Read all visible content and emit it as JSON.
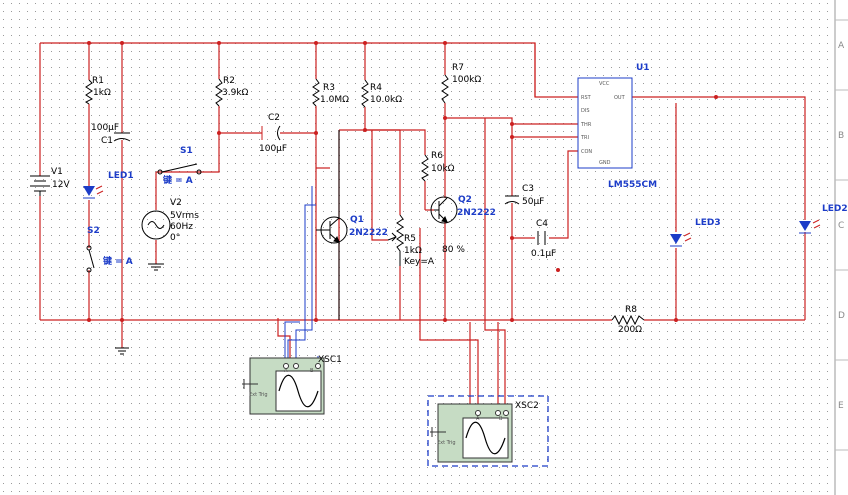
{
  "ruler": {
    "rows": [
      "A",
      "B",
      "C",
      "D",
      "E"
    ]
  },
  "components": {
    "v1": {
      "ref": "V1",
      "value": "12V"
    },
    "r1": {
      "ref": "R1",
      "value": "1kΩ"
    },
    "c1": {
      "ref": "C1",
      "value": "100µF"
    },
    "led1": {
      "ref": "LED1"
    },
    "s1": {
      "ref": "S1",
      "key": "键 = A"
    },
    "s2": {
      "ref": "S2",
      "key": "键 = A"
    },
    "v2": {
      "ref": "V2",
      "line1": "5Vrms",
      "line2": "60Hz",
      "line3": "0°"
    },
    "r2": {
      "ref": "R2",
      "value": "3.9kΩ"
    },
    "c2": {
      "ref": "C2",
      "value": "100µF"
    },
    "r3": {
      "ref": "R3",
      "value": "1.0MΩ"
    },
    "r4": {
      "ref": "R4",
      "value": "10.0kΩ"
    },
    "q1": {
      "ref": "Q1",
      "value": "2N2222"
    },
    "r5": {
      "ref": "R5",
      "value": "1kΩ",
      "key": "Key=A",
      "percent": "80 %"
    },
    "r6": {
      "ref": "R6",
      "value": "10kΩ"
    },
    "q2": {
      "ref": "Q2",
      "value": "2N2222"
    },
    "r7": {
      "ref": "R7",
      "value": "100kΩ"
    },
    "c3": {
      "ref": "C3",
      "value": "50µF"
    },
    "c4": {
      "ref": "C4",
      "value": "0.1µF"
    },
    "u1": {
      "ref": "U1",
      "value": "LM555CM",
      "pins": [
        "VCC",
        "RST",
        "DIS",
        "THR",
        "TRI",
        "CON",
        "OUT",
        "GND"
      ]
    },
    "led3": {
      "ref": "LED3"
    },
    "led2": {
      "ref": "LED2"
    },
    "r8": {
      "ref": "R8",
      "value": "200Ω"
    },
    "xsc1": {
      "ref": "XSC1",
      "ext_trig": "Ext Trig",
      "pin_a": "A",
      "pin_b": "B"
    },
    "xsc2": {
      "ref": "XSC2",
      "ext_trig": "Ext Trig",
      "pin_a": "A",
      "pin_b": "B"
    }
  },
  "colors": {
    "wire": "#cc2020",
    "label": "#1c3cc8",
    "instrument": "#c6dcc4"
  }
}
